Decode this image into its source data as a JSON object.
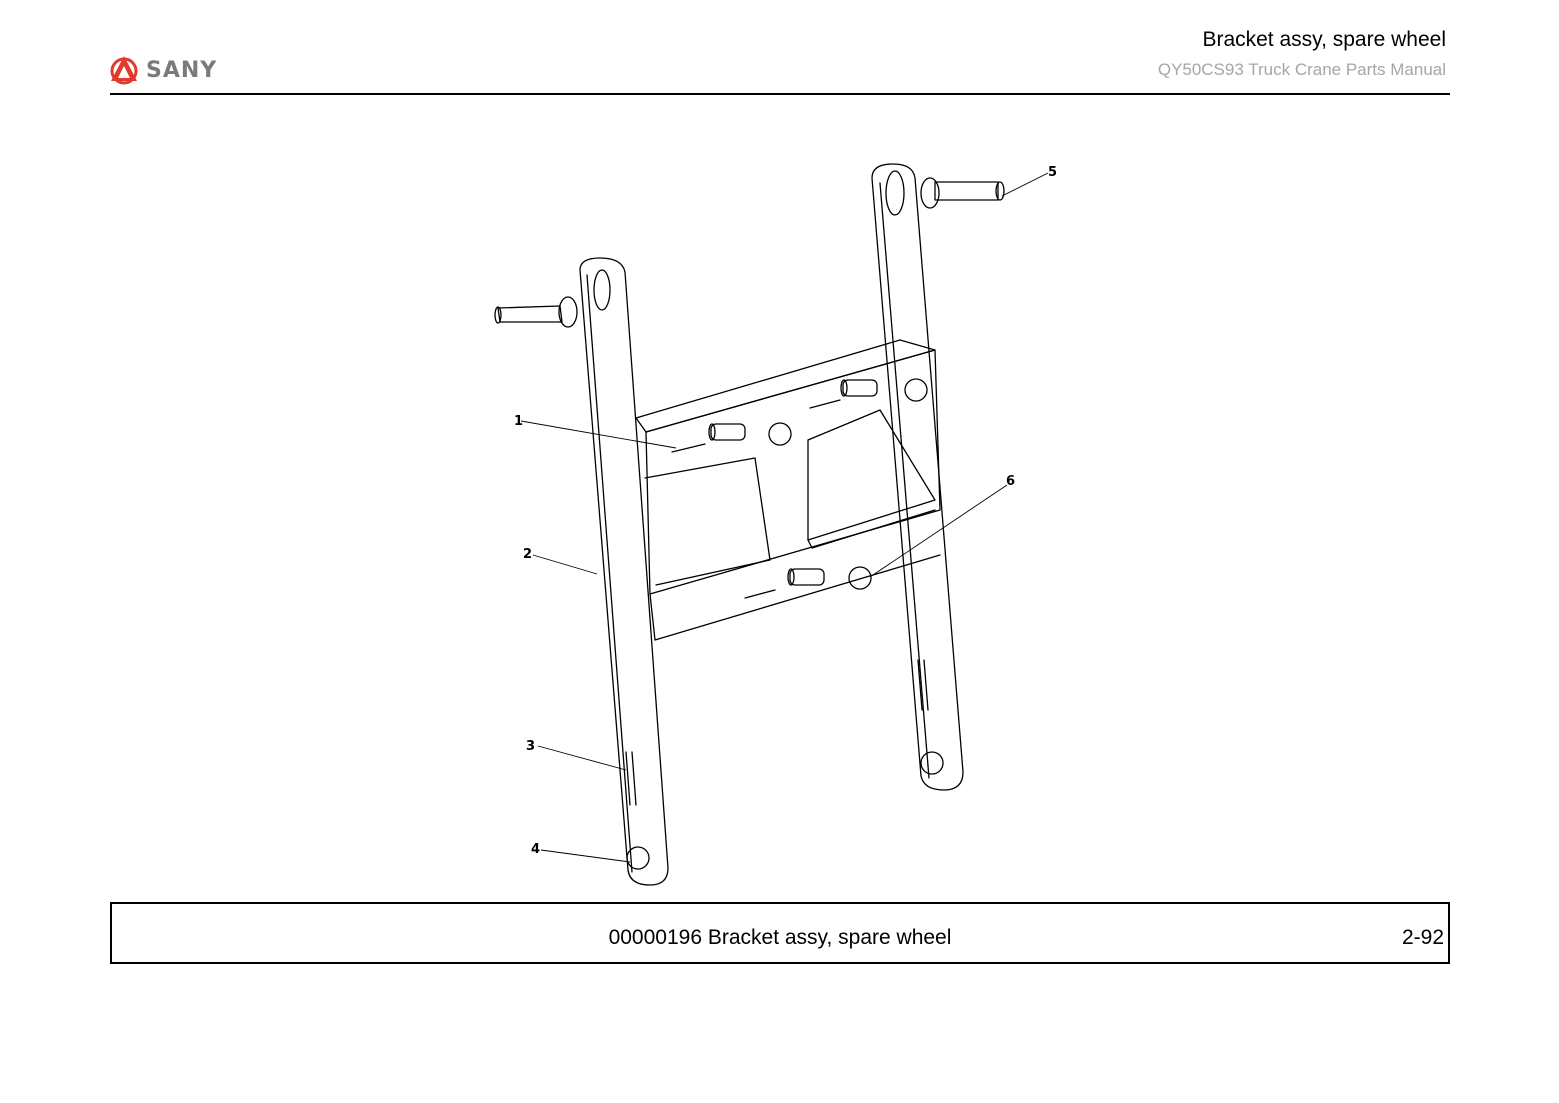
{
  "header": {
    "logo_text": "SANY",
    "title": "Bracket assy, spare wheel",
    "subtitle": "QY50CS93 Truck Crane  Parts Manual"
  },
  "figure": {
    "callouts": [
      "1",
      "2",
      "3",
      "4",
      "5",
      "6"
    ]
  },
  "footer": {
    "caption": "00000196 Bracket assy, spare wheel",
    "page_number": "2-92"
  },
  "colors": {
    "logo_red": "#e23a2e",
    "logo_gray": "#7a7a7a",
    "subtitle_gray": "#a6a6a6"
  }
}
